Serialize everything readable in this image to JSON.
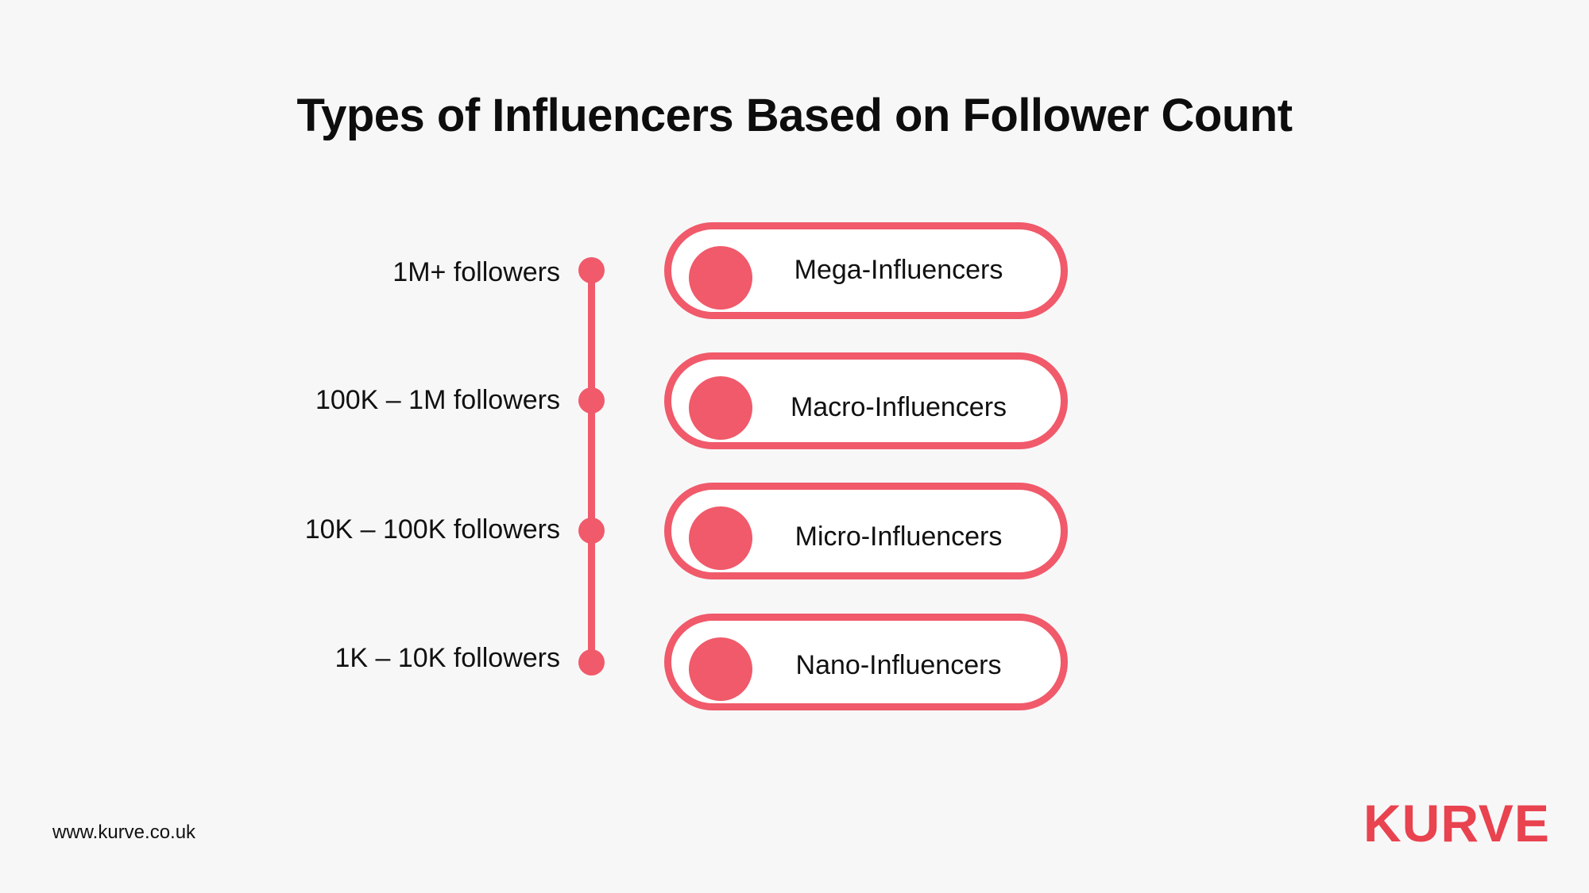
{
  "title": "Types of Influencers Based on Follower Count",
  "colors": {
    "accent": "#f05a6a",
    "background": "#f8f7f8",
    "pill_fill": "#ffffff",
    "text": "#111111",
    "logo": "#e8434f"
  },
  "tiers": [
    {
      "range_label": "1M+ followers",
      "name": "Mega-Influencers"
    },
    {
      "range_label": "100K – 1M followers",
      "name": "Macro-Influencers"
    },
    {
      "range_label": "10K – 100K followers",
      "name": "Micro-Influencers"
    },
    {
      "range_label": "1K – 10K followers",
      "name": "Nano-Influencers"
    }
  ],
  "footer": {
    "website": "www.kurve.co.uk",
    "logo_text": "KURVE"
  }
}
